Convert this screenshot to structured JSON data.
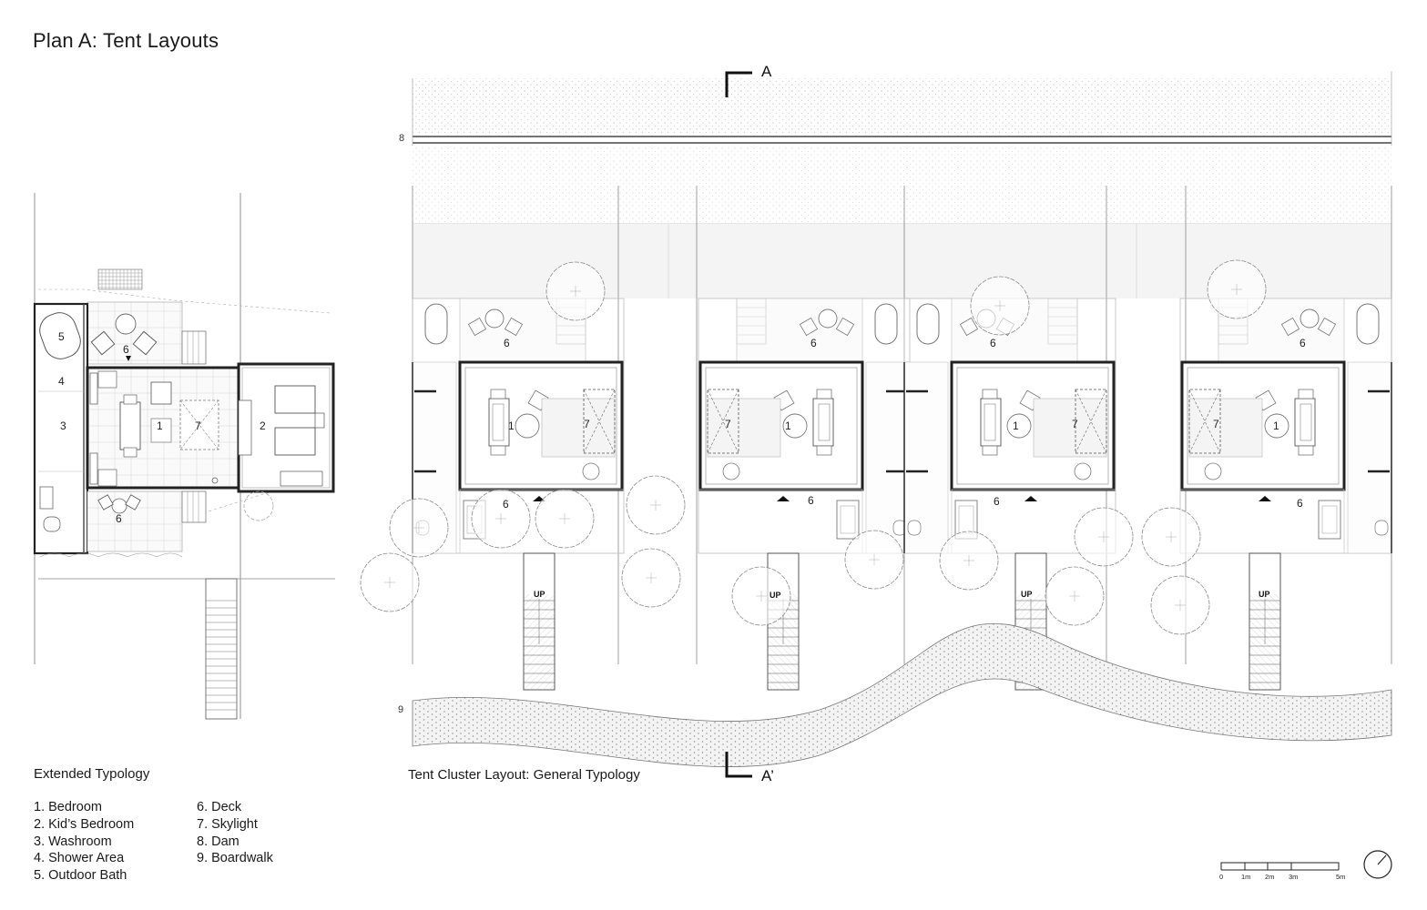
{
  "title": "Plan A: Tent Layouts",
  "captions": {
    "extended": "Extended Typology",
    "cluster": "Tent Cluster Layout: General Typology"
  },
  "legend_left": [
    "1. Bedroom",
    "2. Kid’s Bedroom",
    "3. Washroom",
    "4. Shower Area",
    "5. Outdoor Bath"
  ],
  "legend_right": [
    "6. Deck",
    "7. Skylight",
    "8. Dam",
    "9. Boardwalk"
  ],
  "section_marks": {
    "top": "A",
    "bottom": "A’"
  },
  "markers": {
    "dam": "8",
    "boardwalk": "9"
  },
  "stair_label": "UP",
  "extended_labels": {
    "bedroom": "1",
    "kids_bedroom": "2",
    "washroom": "3",
    "shower": "4",
    "bath": "5",
    "deck": "6",
    "skylight": "7"
  },
  "cluster_labels": {
    "bedroom": "1",
    "deck": "6",
    "skylight": "7"
  },
  "scale_bar": {
    "labels": [
      "0",
      "1m",
      "2m",
      "3m",
      "5m"
    ]
  }
}
